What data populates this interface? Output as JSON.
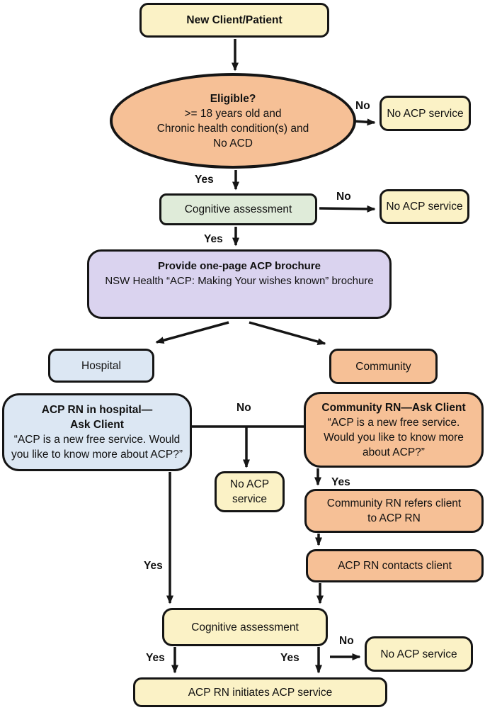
{
  "title": "ACP service flowchart",
  "colors": {
    "node_yellow": "#FBF2C6",
    "node_orange": "#F6C096",
    "node_green": "#DFEBD9",
    "node_purple": "#DAD3EF",
    "node_blue": "#DCE7F3",
    "outline": "#151515",
    "connector": "#151515",
    "page_background": "#FFFFFF"
  },
  "nodes": {
    "new_client": {
      "title": "New Client/Patient"
    },
    "eligible": {
      "title": "Eligible?",
      "body": ">= 18 years old and\nChronic health condition(s) and\nNo ACD"
    },
    "no_acp_top": {
      "body": "No ACP service"
    },
    "cognitive_top": {
      "body": "Cognitive assessment"
    },
    "no_acp_second": {
      "body": "No ACP service"
    },
    "brochure": {
      "title": "Provide one-page ACP brochure",
      "body": "NSW Health “ACP: Making Your wishes known” brochure"
    },
    "hospital": {
      "body": "Hospital"
    },
    "community": {
      "body": "Community"
    },
    "hospital_ask": {
      "title": "ACP RN in hospital—\nAsk Client",
      "body": "“ACP is a new free service. Would\nyou like to know more about ACP?”"
    },
    "community_ask": {
      "title": "Community RN—Ask Client",
      "body": "“ACP is a new free service.\nWould you like to know more\nabout ACP?”"
    },
    "no_acp_mid": {
      "body": "No ACP\nservice"
    },
    "refers": {
      "body": "Community RN refers client\nto ACP RN"
    },
    "contacts": {
      "body": "ACP RN contacts client"
    },
    "cognitive_bottom": {
      "body": "Cognitive assessment"
    },
    "no_acp_bottom": {
      "body": "No ACP service"
    },
    "initiates": {
      "body": "ACP RN initiates ACP service"
    }
  },
  "edge_labels": {
    "no_eligible": "No",
    "yes_eligible": "Yes",
    "no_cognitive_top": "No",
    "yes_cognitive_top": "Yes",
    "no_ask_client": "No",
    "yes_community_ask": "Yes",
    "yes_hospital_ask": "Yes",
    "yes_cognitive_bottom_left": "Yes",
    "yes_cognitive_bottom_mid": "Yes",
    "no_cognitive_bottom": "No"
  }
}
